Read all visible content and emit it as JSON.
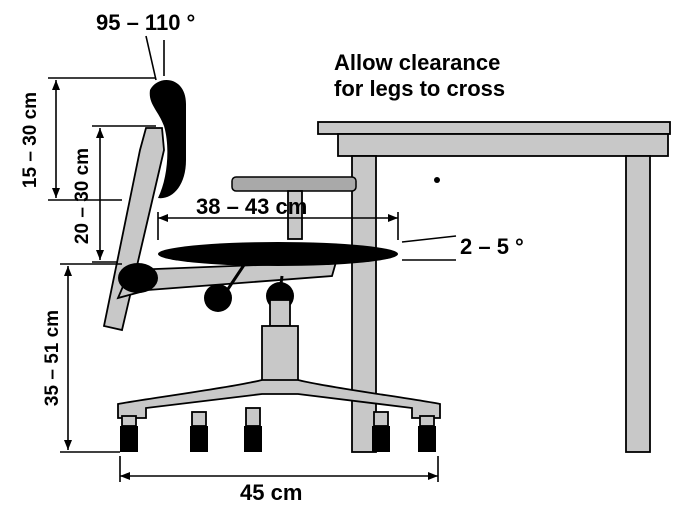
{
  "labels": {
    "backrest_angle": "95 – 110 °",
    "backrest_height": "15 – 30 cm",
    "lumbar_height": "20 – 30 cm",
    "seat_height": "35 – 51 cm",
    "seat_depth": "38 – 43 cm",
    "seat_tilt": "2 – 5 °",
    "base_width": "45 cm",
    "clearance_line1": "Allow clearance",
    "clearance_line2": "for legs to cross"
  },
  "colors": {
    "line": "#000000",
    "frame_fill": "#c8c8c8",
    "armrest_fill": "#a9a9a9",
    "background": "#ffffff"
  }
}
